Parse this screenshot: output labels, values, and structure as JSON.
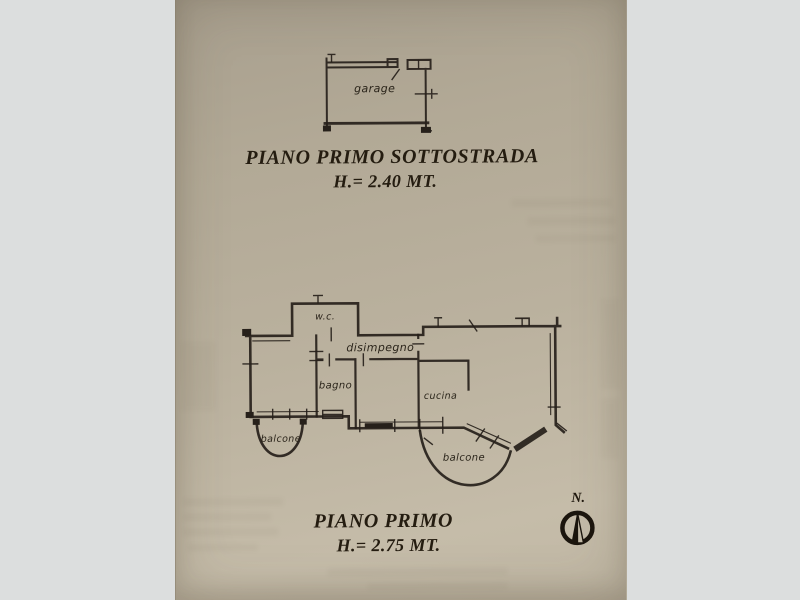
{
  "photo_viewer": {
    "background_color": "#dcdede",
    "paper_color": "#b8af9c",
    "ink_color": "#2a241b"
  },
  "upper_floor_plan": {
    "room_labels": {
      "garage": "garage"
    },
    "caption_title": "PIANO PRIMO SOTTOSTRADA",
    "caption_height": "H.= 2.40 MT."
  },
  "main_floor_plan": {
    "room_labels": {
      "wc": "w.c.",
      "disimpegno": "disimpegno",
      "bagno": "bagno",
      "cucina": "cucina",
      "balcone_left": "balcone",
      "balcone_right": "balcone"
    },
    "caption_title": "PIANO PRIMO",
    "caption_height": "H.= 2.75 MT."
  },
  "compass": {
    "north_label": "N."
  }
}
